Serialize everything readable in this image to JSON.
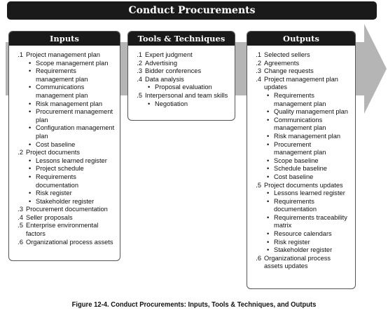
{
  "title": "Conduct Procurements",
  "caption": "Figure 12-4. Conduct Procurements: Inputs, Tools & Techniques, and Outputs",
  "columns": {
    "inputs": {
      "heading": "Inputs",
      "items": [
        {
          "num": ".1",
          "text": "Project management plan",
          "subs": [
            "Scope management plan",
            "Requirements management plan",
            "Communications management plan",
            "Risk management plan",
            "Procurement management plan",
            "Configuration management plan",
            "Cost baseline"
          ]
        },
        {
          "num": ".2",
          "text": "Project documents",
          "subs": [
            "Lessons learned register",
            "Project schedule",
            "Requirements documentation",
            "Risk register",
            "Stakeholder register"
          ]
        },
        {
          "num": ".3",
          "text": "Procurement documentation",
          "subs": []
        },
        {
          "num": ".4",
          "text": "Seller proposals",
          "subs": []
        },
        {
          "num": ".5",
          "text": "Enterprise environmental factors",
          "subs": []
        },
        {
          "num": ".6",
          "text": "Organizational process assets",
          "subs": []
        }
      ]
    },
    "tools": {
      "heading": "Tools & Techniques",
      "items": [
        {
          "num": ".1",
          "text": "Expert judgment",
          "subs": []
        },
        {
          "num": ".2",
          "text": "Advertising",
          "subs": []
        },
        {
          "num": ".3",
          "text": "Bidder conferences",
          "subs": []
        },
        {
          "num": ".4",
          "text": "Data analysis",
          "subs": [
            "Proposal evaluation"
          ]
        },
        {
          "num": ".5",
          "text": "Interpersonal and team skills",
          "subs": [
            "Negotiation"
          ]
        }
      ]
    },
    "outputs": {
      "heading": "Outputs",
      "items": [
        {
          "num": ".1",
          "text": "Selected sellers",
          "subs": []
        },
        {
          "num": ".2",
          "text": "Agreements",
          "subs": []
        },
        {
          "num": ".3",
          "text": "Change requests",
          "subs": []
        },
        {
          "num": ".4",
          "text": "Project management plan updates",
          "subs": [
            "Requirements management plan",
            "Quality management plan",
            "Communications management plan",
            "Risk management plan",
            "Procurement management plan",
            "Scope baseline",
            "Schedule baseline",
            "Cost baseline"
          ]
        },
        {
          "num": ".5",
          "text": "Project documents updates",
          "subs": [
            "Lessons learned register",
            "Requirements documentation",
            "Requirements traceability matrix",
            "Resource calendars",
            "Risk register",
            "Stakeholder register"
          ]
        },
        {
          "num": ".6",
          "text": "Organizational process assets updates",
          "subs": []
        }
      ]
    }
  }
}
